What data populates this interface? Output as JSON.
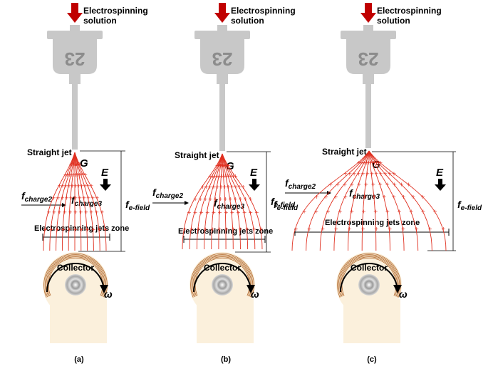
{
  "labels": {
    "solution_line1": "Electrospinning",
    "solution_line2": "solution",
    "syringe_number": "23",
    "straight_jet": "Straight jet",
    "gravity": "G",
    "field": "E",
    "f_main": "f",
    "charge2_sub": "charge2",
    "charge3_sub": "charge3",
    "efield_sub": "e-field",
    "zone": "Electrospinning  jets zone",
    "collector": "Collector",
    "omega": "ω"
  },
  "panels": [
    {
      "caption": "(a)",
      "spread": 0.55
    },
    {
      "caption": "(b)",
      "spread": 0.85
    },
    {
      "caption": "(c)",
      "spread": 1.0
    }
  ],
  "colors": {
    "arrow_red": "#c00000",
    "syringe_grey": "#c8c8c8",
    "jet_red": "#e03020",
    "fiber_orange": "#b8733a",
    "stand_beige": "#fbf0dc",
    "arrow_black": "#000000"
  }
}
